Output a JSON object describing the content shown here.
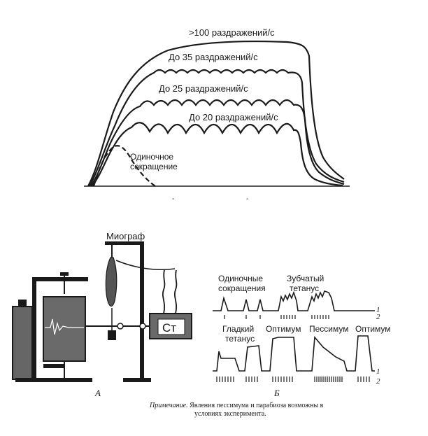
{
  "top_chart": {
    "curves": [
      {
        "label": ">100 раздражений/с"
      },
      {
        "label": "До 35 раздражений/с"
      },
      {
        "label": "До 25 раздражений/с"
      },
      {
        "label": "До 20 раздражений/с"
      },
      {
        "label_line1": "Одиночное",
        "label_line2": "сокращение"
      }
    ],
    "axis_marks": [
      "-",
      "-"
    ]
  },
  "apparatus": {
    "myograph_label": "Миограф",
    "stimulator_label": "Ст",
    "panel_letter": "А"
  },
  "recordings": {
    "single_line1": "Одиночные",
    "single_line2": "сокращения",
    "dentate_line1": "Зубчатый",
    "dentate_line2": "тетанус",
    "smooth_line1": "Гладкий",
    "smooth_line2": "тетанус",
    "optimum_1": "Оптимум",
    "pessimum": "Пессимум",
    "optimum_2": "Оптимум",
    "row1_index_a": "1",
    "row1_index_b": "2",
    "row2_index_a": "1",
    "row2_index_b": "2",
    "panel_letter": "Б"
  },
  "note": {
    "prefix": "Примечание.",
    "line1": " Явления пессимума и парабиоза возможны в",
    "line2": "условиях эксперимента."
  }
}
